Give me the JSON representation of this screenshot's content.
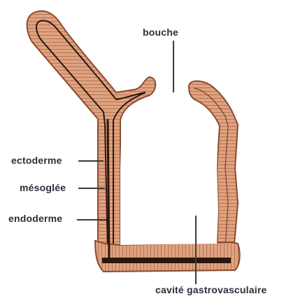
{
  "labels": {
    "bouche": "bouche",
    "ectoderme": "ectoderme",
    "mesoglee": "mésoglée",
    "endoderme": "endoderme",
    "cavite": "cavité gastrovasculaire"
  },
  "colors": {
    "wall_fill": "#e0a27e",
    "wall_outline": "#8a4a30",
    "cell_lines": "#7a3f28",
    "mesoglea": "#2b1610",
    "inner_cavity": "#ffffff",
    "label_text": "#2d2d3a",
    "leader_line": "#3a3a3a"
  }
}
